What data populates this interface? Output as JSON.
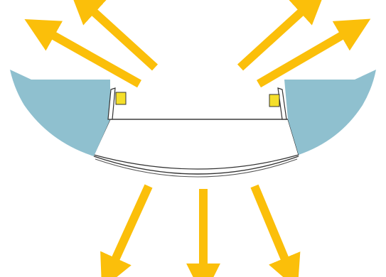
{
  "colors": {
    "background": "#ffffff",
    "housing": "#8fc0cf",
    "lamp": "#f5df2a",
    "arrow": "#fbbf0a",
    "outline": "#333333"
  },
  "parts": {
    "housing_left": "housing",
    "housing_right": "housing",
    "reflector_cavity": "reflector",
    "diffuser_lens": "lens",
    "lamp_left": "lamp",
    "lamp_right": "lamp"
  },
  "light_arrows": {
    "upward_count": 4,
    "downward_count": 3
  }
}
